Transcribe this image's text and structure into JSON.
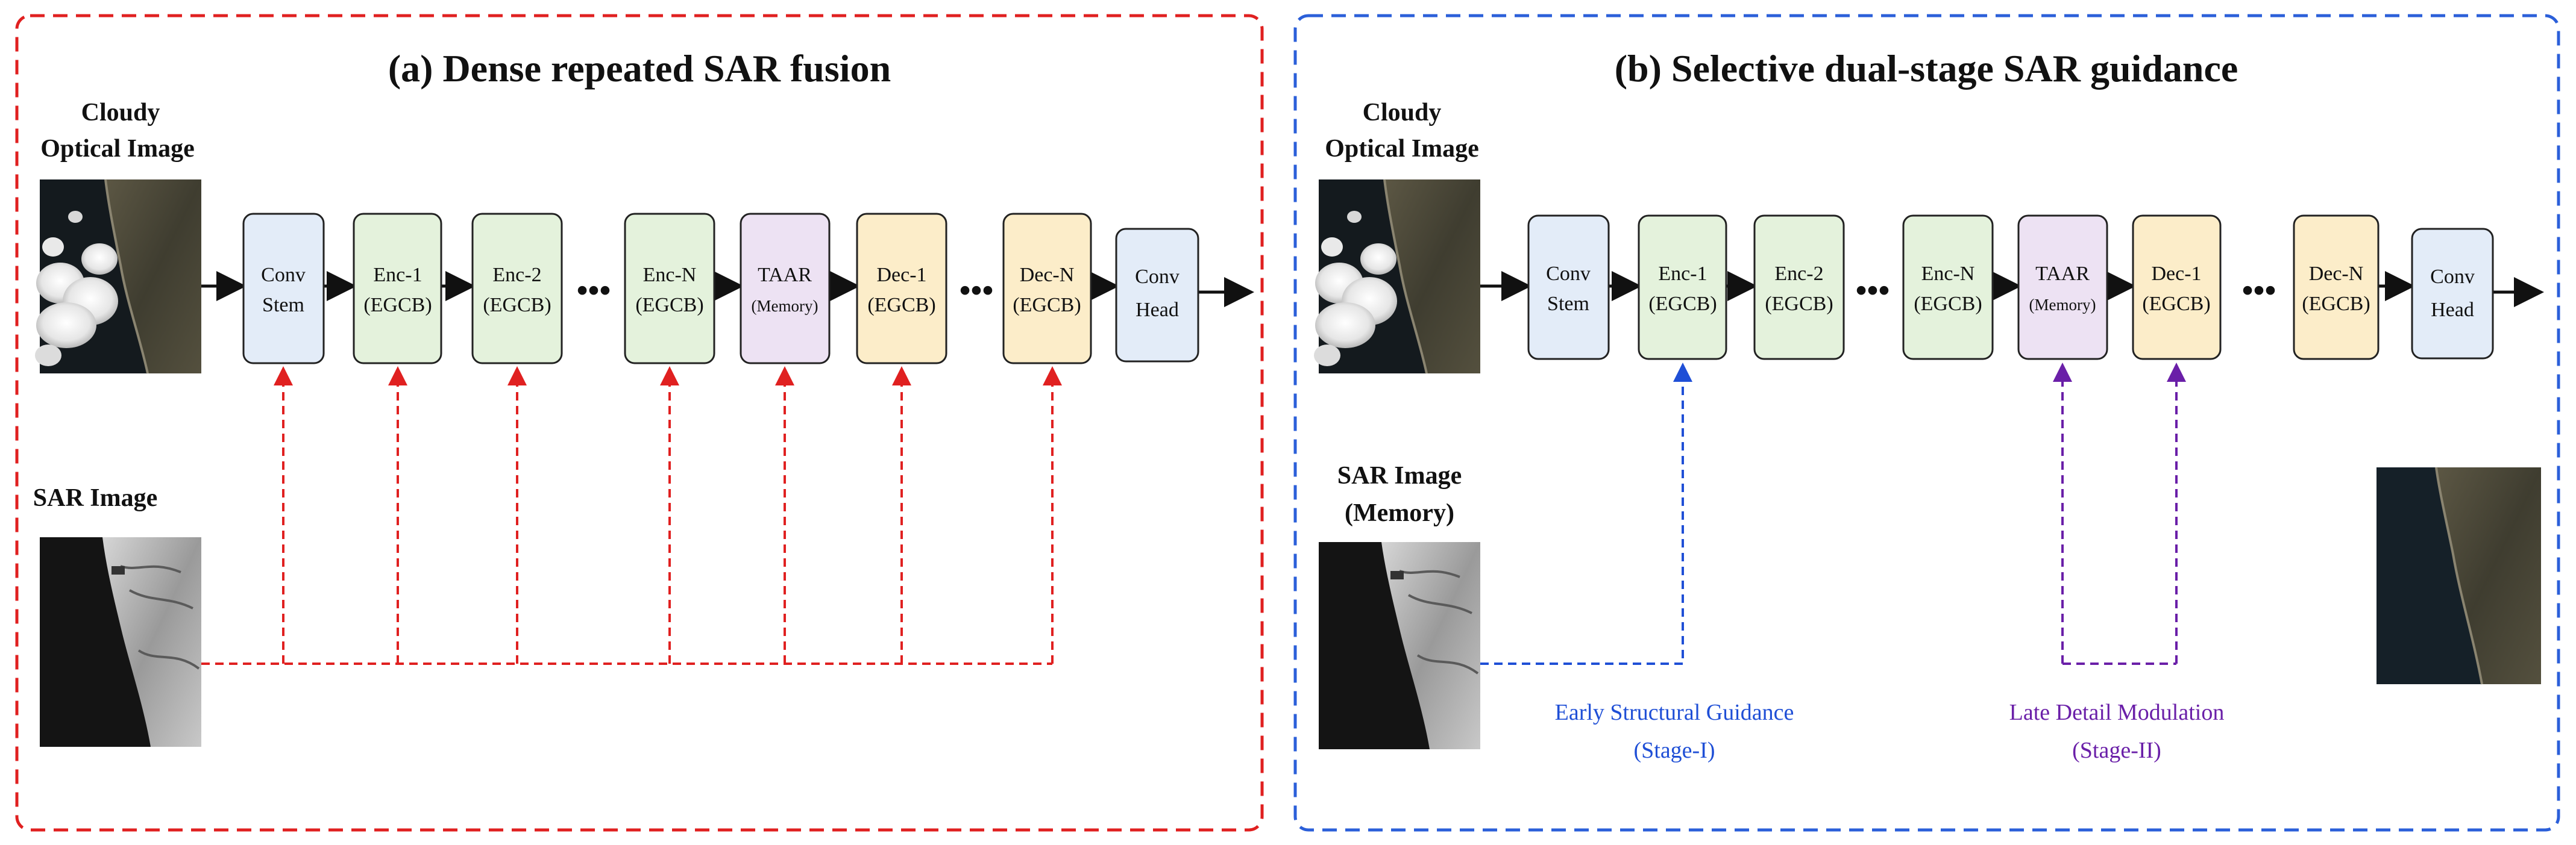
{
  "panel_a": {
    "title": "(a) Dense repeated SAR fusion",
    "cloudy_label_1": "Cloudy",
    "cloudy_label_2": "Optical Image",
    "sar_label": "SAR Image",
    "blocks": [
      {
        "l1": "Conv",
        "l2": "Stem",
        "kind": "conv"
      },
      {
        "l1": "Enc-1",
        "l2": "(EGCB)",
        "kind": "enc"
      },
      {
        "l1": "Enc-2",
        "l2": "(EGCB)",
        "kind": "enc"
      },
      {
        "l1": "Enc-N",
        "l2": "(EGCB)",
        "kind": "enc"
      },
      {
        "l1": "TAAR",
        "l2": "(Memory)",
        "kind": "taar"
      },
      {
        "l1": "Dec-1",
        "l2": "(EGCB)",
        "kind": "dec"
      },
      {
        "l1": "Dec-N",
        "l2": "(EGCB)",
        "kind": "dec"
      },
      {
        "l1": "Conv",
        "l2": "Head",
        "kind": "conv"
      }
    ],
    "dots": "•••"
  },
  "panel_b": {
    "title": "(b) Selective dual-stage SAR guidance",
    "cloudy_label_1": "Cloudy",
    "cloudy_label_2": "Optical Image",
    "sar_label_1": "SAR Image",
    "sar_label_2": "(Memory)",
    "blocks": [
      {
        "l1": "Conv",
        "l2": "Stem",
        "kind": "conv"
      },
      {
        "l1": "Enc-1",
        "l2": "(EGCB)",
        "kind": "enc"
      },
      {
        "l1": "Enc-2",
        "l2": "(EGCB)",
        "kind": "enc"
      },
      {
        "l1": "Enc-N",
        "l2": "(EGCB)",
        "kind": "enc"
      },
      {
        "l1": "TAAR",
        "l2": "(Memory)",
        "kind": "taar"
      },
      {
        "l1": "Dec-1",
        "l2": "(EGCB)",
        "kind": "dec"
      },
      {
        "l1": "Dec-N",
        "l2": "(EGCB)",
        "kind": "dec"
      },
      {
        "l1": "Conv",
        "l2": "Head",
        "kind": "conv"
      }
    ],
    "dots": "•••",
    "stage1_label_1": "Early Structural Guidance",
    "stage1_label_2": "(Stage-I)",
    "stage2_label_1": "Late Detail Modulation",
    "stage2_label_2": "(Stage-II)"
  },
  "colors": {
    "panel_a_border": "#e02020",
    "panel_b_border": "#2b5fd9",
    "conv_fill": "#e3ecf8",
    "enc_fill": "#e4f2dc",
    "taar_fill": "#ede2f3",
    "dec_fill": "#fcedc9",
    "stage1_color": "#1f4fd6",
    "stage2_color": "#6a1fa8",
    "arrow": "#111111"
  }
}
